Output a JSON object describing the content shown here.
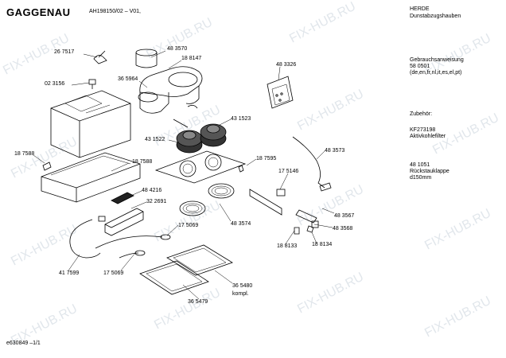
{
  "header": {
    "brand": "GAGGENAU",
    "model": "AH198150/02 – V01,",
    "category_1": "HERDE",
    "category_2": "Dunstabzugshauben"
  },
  "side_notes": [
    "Gebrauchsanweisung",
    "58 0501",
    "(de,en,fr,nl,it,es,el,pt)",
    "Zubehör:",
    "KF273198",
    "Aktivkohlefilter",
    "48 1051",
    "Rückstauklappe",
    "d150mm"
  ],
  "part_labels": [
    "26 7517",
    "48 3570",
    "18 8147",
    "48 3326",
    "02 3156",
    "36 5964",
    "43 1523",
    "43 1522",
    "18 7588",
    "18 7588",
    "18 7595",
    "48 3573",
    "17 5146",
    "48 4216",
    "32 2691",
    "48 3574",
    "48 3567",
    "48 3568",
    "17 5069",
    "18 8133",
    "18 8134",
    "41 7599",
    "17 5069",
    "36 5480",
    "kompl.",
    "36 5479"
  ],
  "footer": "e630849 –1/1",
  "watermark": "FIX-HUB.RU"
}
